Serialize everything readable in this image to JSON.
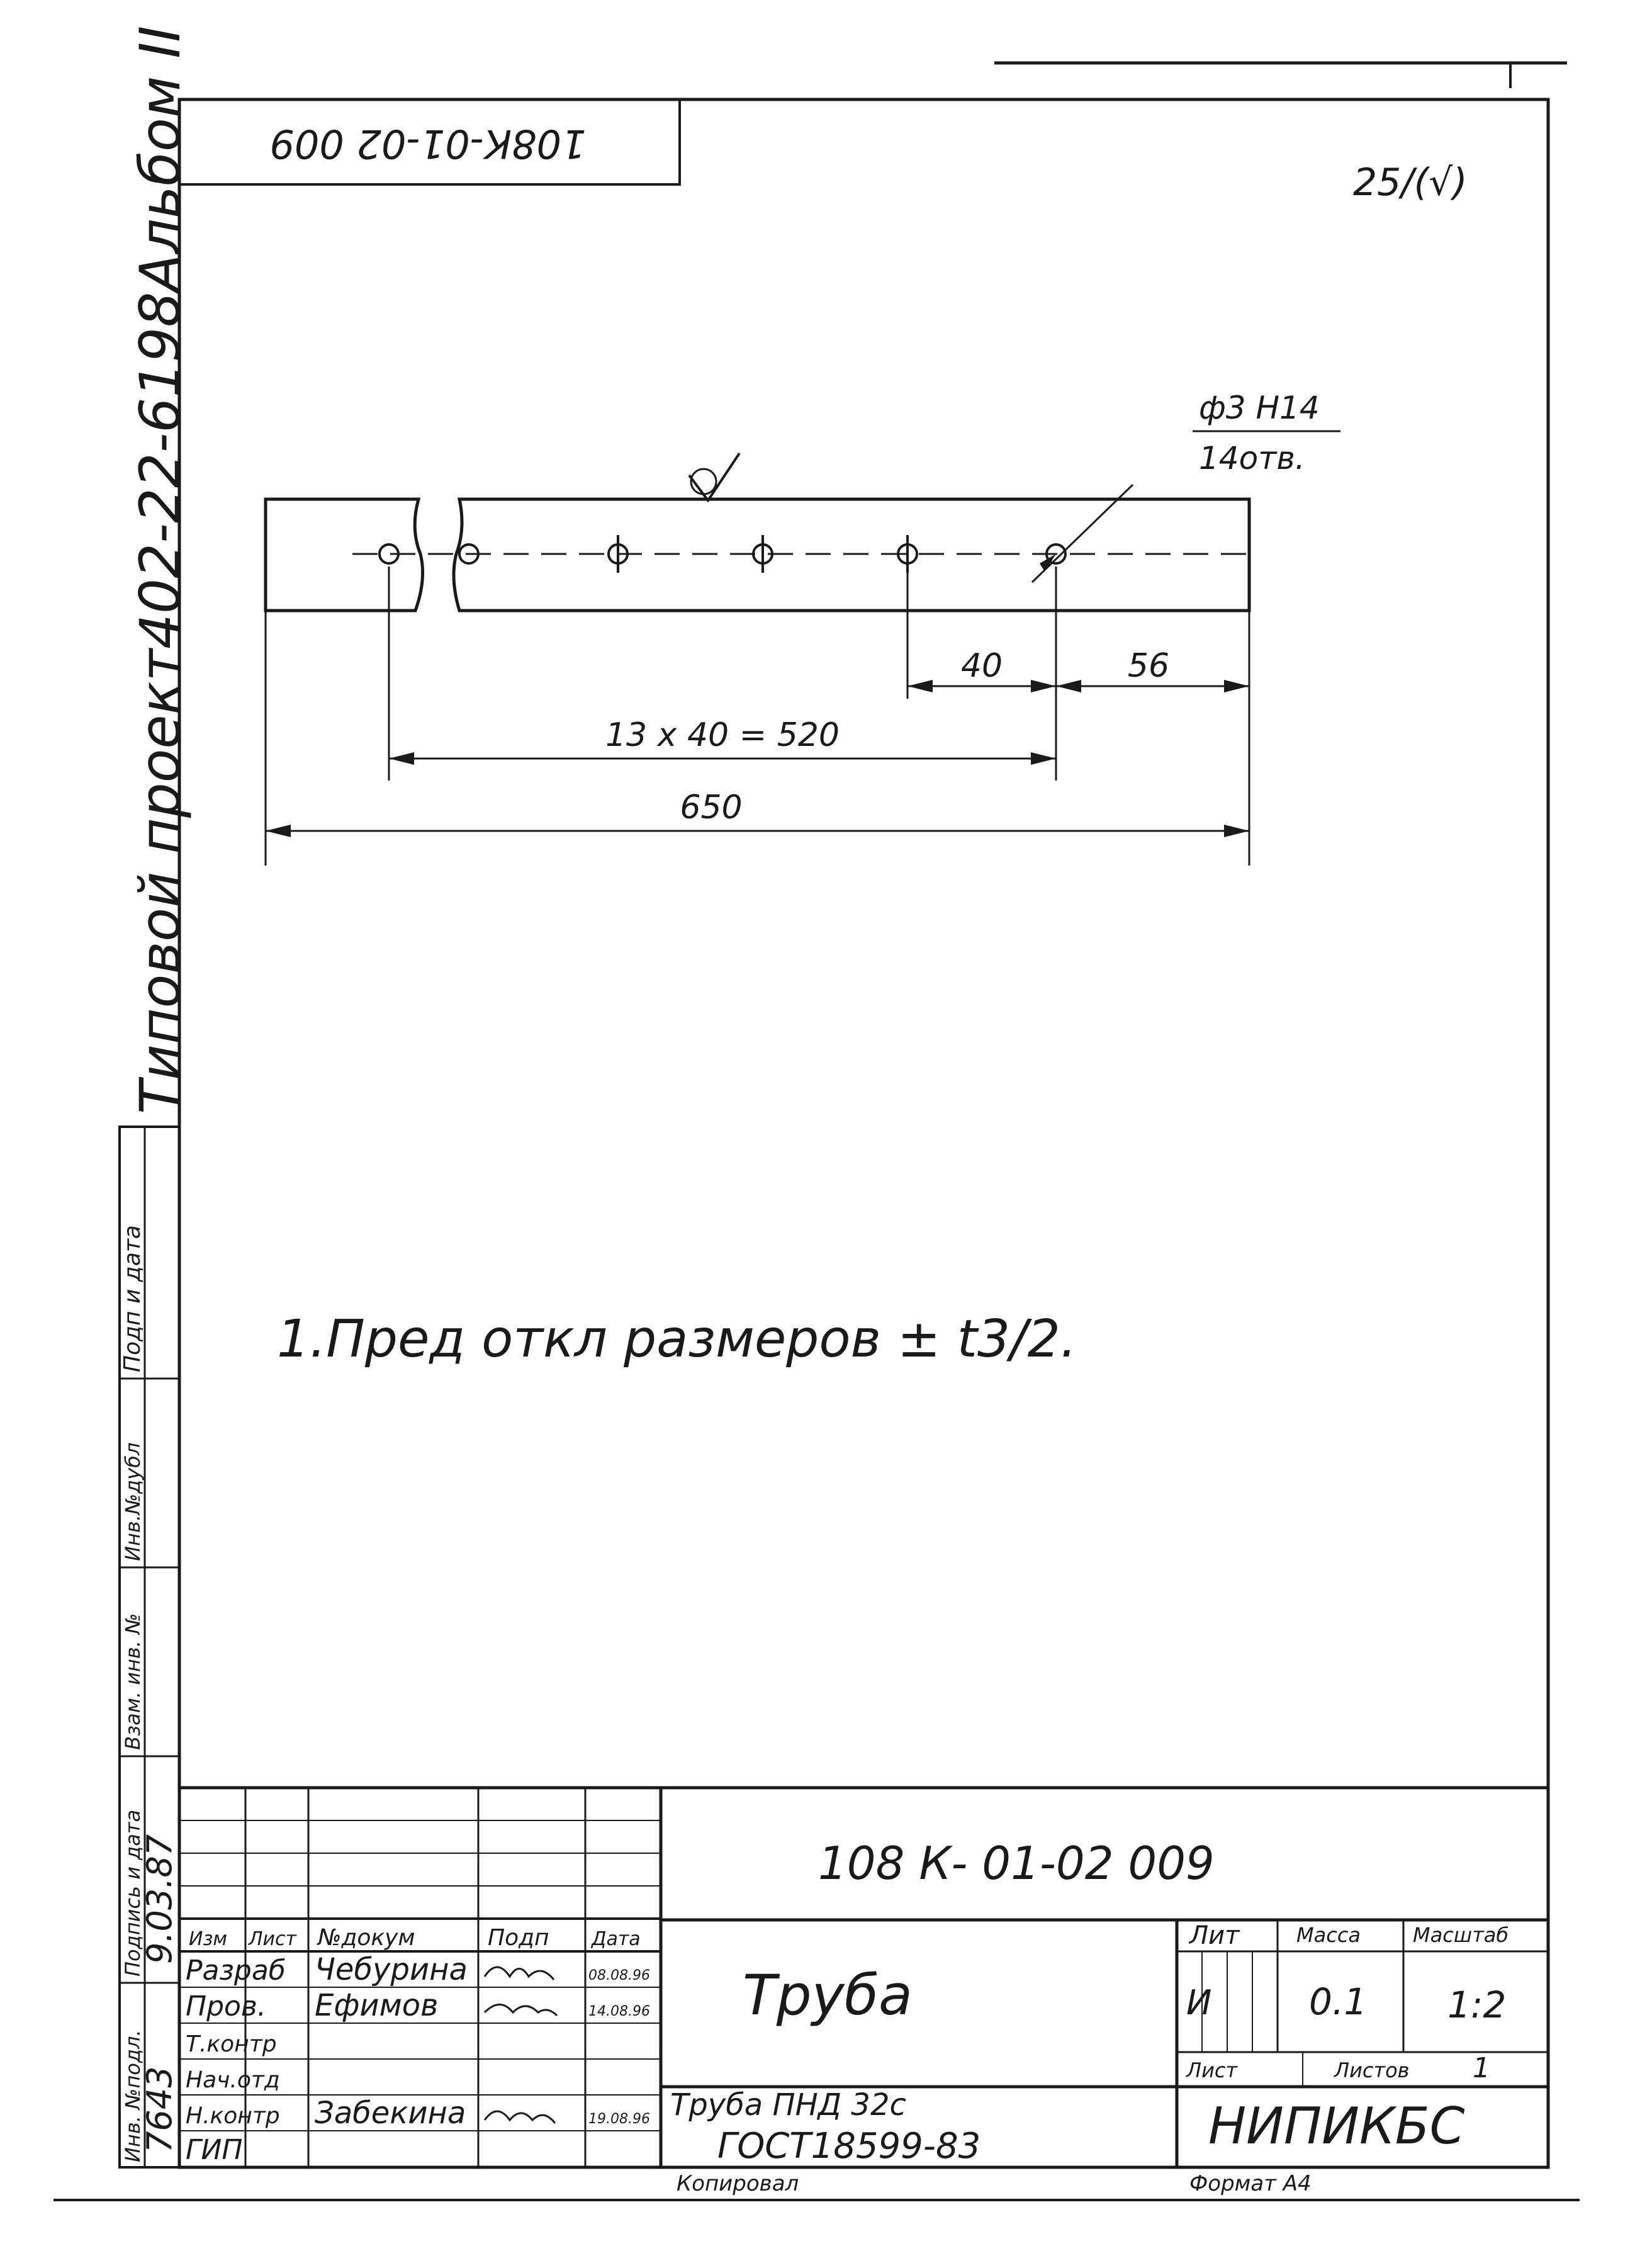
{
  "side_title": "Типовой проект402-22-6198Альбом II",
  "corner_stamp": "108К-01-02 009",
  "roughness": "25/(√)",
  "hole_note": {
    "line1": "ф3 Н14",
    "line2": "14отв."
  },
  "dims": {
    "pitch": "40",
    "edge": "56",
    "span": "13 х 40 = 520",
    "total": "650"
  },
  "note": "1.Пред откл размеров ± t3/2.",
  "left_strip": [
    "Подп и дата",
    "Инв.№дубл",
    "Взам. инв. №",
    "Подпись и дата",
    "Инв. №подл."
  ],
  "left_strip_values": {
    "signature_date": "9.03.87",
    "inv_no": "7643"
  },
  "title_block": {
    "designation": "108 К- 01-02 009",
    "name": "Труба",
    "material_line1": "Труба ПНД 32с",
    "material_line2": "ГОСТ18599-83",
    "org": "НИПИКБС",
    "headers": {
      "lit": "Лит",
      "mass": "Масса",
      "scale": "Масштаб",
      "sheet": "Лист",
      "sheets": "Листов"
    },
    "values": {
      "lit": "И",
      "mass": "0.1",
      "scale": "1:2",
      "sheets": "1"
    },
    "col_headers": [
      "Изм",
      "Лист",
      "№докум",
      "Подп",
      "Дата"
    ],
    "rows": [
      {
        "role": "Разраб",
        "name": "Чебурина",
        "date": "08.08.96"
      },
      {
        "role": "Пров.",
        "name": "Ефимов",
        "date": "14.08.96"
      },
      {
        "role": "Т.контр",
        "name": "",
        "date": ""
      },
      {
        "role": "Нач.отд",
        "name": "",
        "date": ""
      },
      {
        "role": "Н.контр",
        "name": "Забекина",
        "date": "19.08.96"
      },
      {
        "role": "ГИП",
        "name": "",
        "date": ""
      }
    ]
  },
  "footer": {
    "copied": "Копировал",
    "format": "Формат А4"
  }
}
